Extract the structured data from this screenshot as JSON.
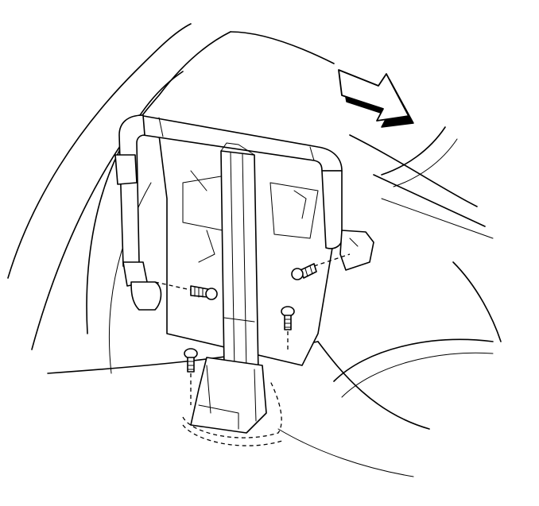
{
  "diagram": {
    "colors": {
      "background": "#ffffff",
      "ink": "#000000"
    },
    "parts": [
      "body-panel-outline",
      "upper-grab-handle-pipe",
      "left-vertical-pipe",
      "right-vertical-pipe",
      "center-support-post",
      "floor-mount-bracket",
      "left-mounting-bolt",
      "right-mounting-bolt",
      "lower-left-bolt",
      "lower-center-bolt"
    ],
    "icons": [
      "direction-arrow-icon"
    ]
  }
}
